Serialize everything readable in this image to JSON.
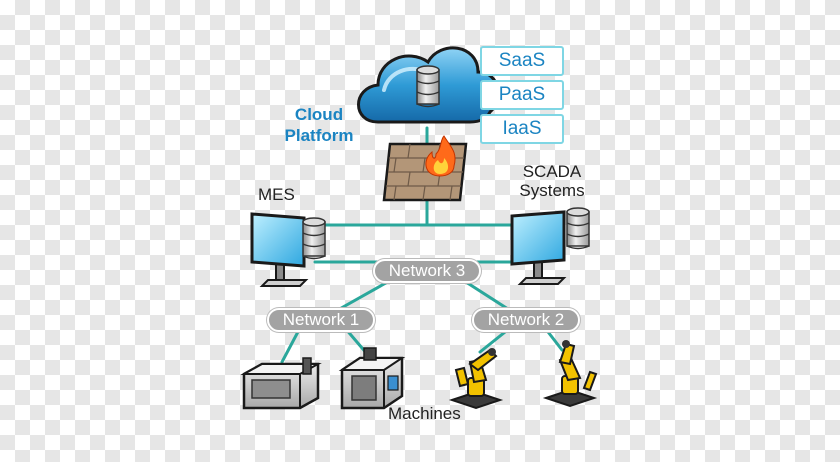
{
  "cloud": {
    "label_line1": "Cloud",
    "label_line2": "Platform",
    "services": [
      "SaaS",
      "PaaS",
      "IaaS"
    ]
  },
  "systems": {
    "mes": "MES",
    "scada_line1": "SCADA",
    "scada_line2": "Systems"
  },
  "networks": {
    "n3": "Network 3",
    "n1": "Network 1",
    "n2": "Network 2"
  },
  "machines_label": "Machines",
  "colors": {
    "link": "#2aa79b",
    "cloud": "#2f9bd6",
    "accent_text": "#1b84c2",
    "service_border": "#7fd6e4",
    "pill": "#a3a3a3",
    "robot": "#f2c200"
  },
  "icons": [
    "cloud-icon",
    "database-icon",
    "firewall-icon",
    "workstation-icon",
    "cnc-machine-icon",
    "industrial-robot-icon"
  ]
}
